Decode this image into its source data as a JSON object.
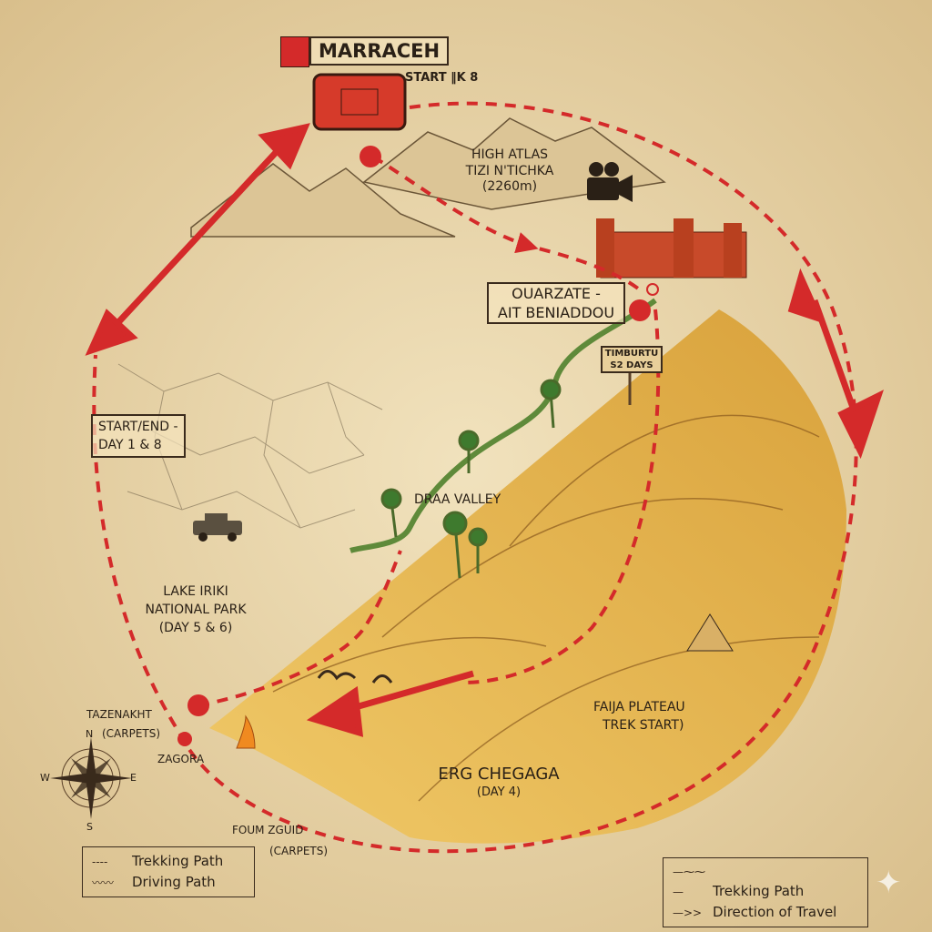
{
  "title": "MARRACEH",
  "start_note": "START ‖K 8",
  "labels": {
    "high_atlas": [
      "HIGH ATLAS",
      "TIZI N'TICHKA",
      "(2260m)"
    ],
    "ouarzazate": [
      "OUARZATE -",
      "AIT BENIADDOU"
    ],
    "sign": [
      "TIMBURTU",
      "S2 DAYS"
    ],
    "start_end": [
      "START/END -",
      "DAY 1 & 8"
    ],
    "draa": "DRAA VALLEY",
    "lake_iriki": [
      "LAKE IRIKI",
      "NATIONAL PARK",
      "(DAY 5 & 6)"
    ],
    "tazenakht": [
      "TAZENAKHT",
      "(CARPETS)"
    ],
    "zagora": "ZAGORA",
    "faija": [
      "FAIJA PLATEAU",
      "TREK START)"
    ],
    "erg": [
      "ERG CHEGAGA",
      "(DAY 4)"
    ],
    "foum": [
      "FOUM ZGUID",
      "(CARPETS)"
    ]
  },
  "compass": {
    "n": "N",
    "e": "E",
    "s": "S",
    "w": "W"
  },
  "legend_left": [
    {
      "symbol": "----",
      "label": "Trekking Path"
    },
    {
      "symbol": "〰〰",
      "label": "Driving Path"
    }
  ],
  "legend_right": [
    {
      "symbol": "—⁓⁓—",
      "label": "Trekking Path"
    },
    {
      "symbol": "—>>",
      "label": "Direction of Travel"
    }
  ],
  "colors": {
    "route": "#d42a2a",
    "parchment": "#ead7ae",
    "sand": "#e8b94e",
    "ink": "#2a2016"
  }
}
